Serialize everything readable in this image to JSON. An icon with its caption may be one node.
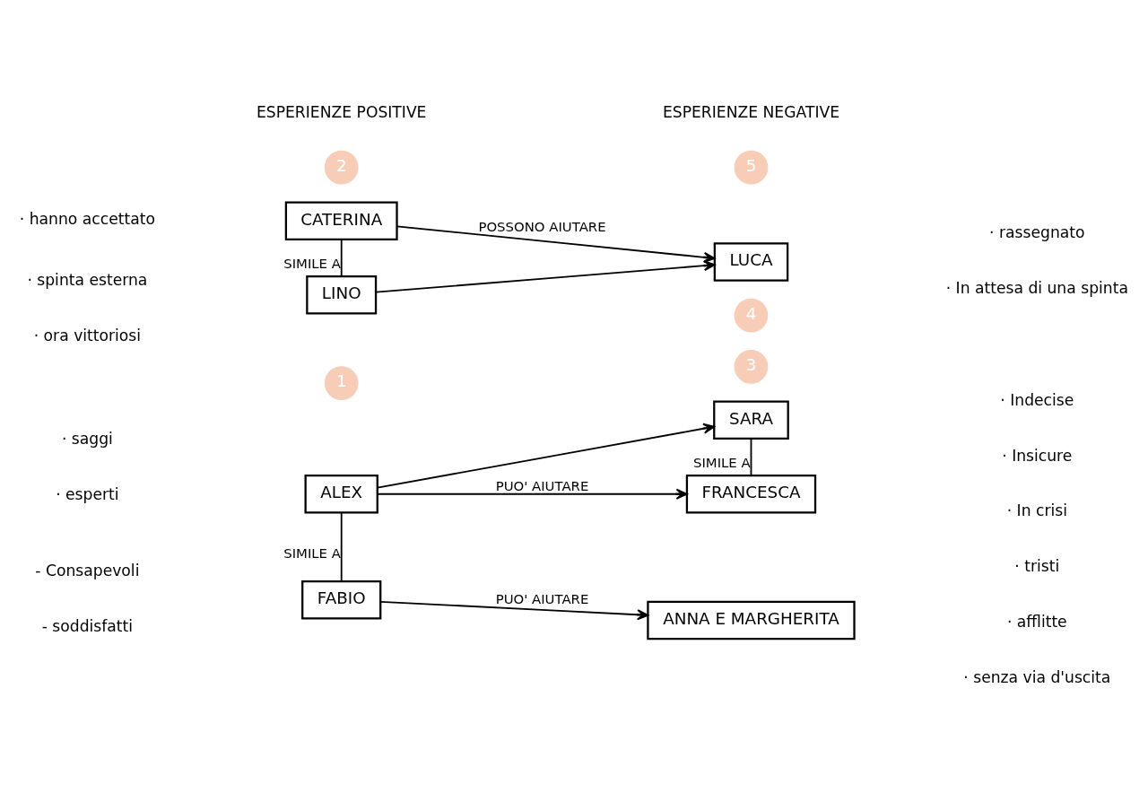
{
  "diagram": {
    "nodes": [
      {
        "text": [
          "ALEX"
        ]
      },
      {
        "text": [
          "SARA"
        ]
      },
      {
        "text": [
          "1"
        ]
      },
      {
        "text": [
          "3"
        ]
      },
      {
        "text": [
          "FABIO"
        ]
      },
      {
        "text": [
          "FRANCESCA"
        ]
      },
      {
        "text": [
          "4"
        ]
      },
      {
        "text": [
          "ANNA E MARGHERITA"
        ]
      },
      {
        "text": [
          "CATERINA"
        ]
      },
      {
        "text": [
          "2"
        ]
      },
      {
        "text": [
          "LINO"
        ]
      },
      {
        "text": [
          "LUCA"
        ]
      },
      {
        "text": [
          "5"
        ]
      }
    ],
    "edges": [
      {
        "from": 0,
        "to": 1,
        "arrow": "to"
      },
      {
        "from": 0,
        "to": 5,
        "arrow": "to",
        "label": "PUO' AIUTARE"
      },
      {
        "from": 0,
        "to": 4,
        "arrow": "none",
        "label": "SIMILE A"
      },
      {
        "from": 1,
        "to": 5,
        "arrow": "none",
        "label": "SIMILE A"
      },
      {
        "from": 4,
        "to": 7,
        "arrow": "to",
        "label": "PUO' AIUTARE"
      },
      {
        "from": 8,
        "to": 10,
        "arrow": "none",
        "label": "SIMILE A"
      },
      {
        "from": 8,
        "to": 11,
        "arrow": "to",
        "label": "POSSONO AIUTARE"
      },
      {
        "from": 10,
        "to": 11,
        "arrow": "to"
      }
    ],
    "labels": [
      "ESPERIENZE POSITIVE",
      "ESPERIENZE NEGATIVE",
      "· saggi",
      "· esperti",
      "- Consapevoli",
      "- soddisfatti",
      "· Indecise",
      "· Insicure",
      "· In crisi",
      "· tristi",
      "· afflitte",
      "· senza via d'uscita",
      "· hanno accettato",
      "· spinta esterna",
      "· ora vittoriosi",
      "· rassegnato",
      "· In attesa di una spinta"
    ]
  }
}
